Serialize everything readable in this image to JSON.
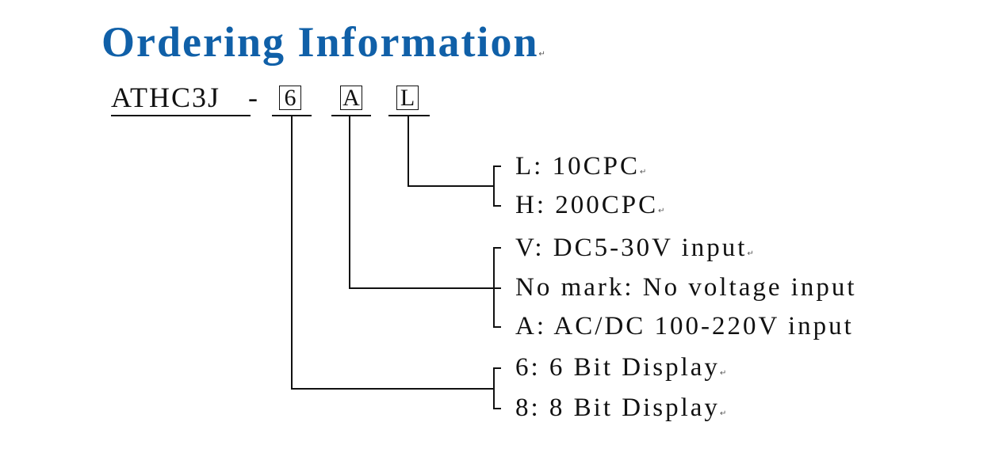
{
  "title": "Ordering Information",
  "model": "ATHC3J",
  "separator": "-",
  "codes": {
    "display": "6",
    "voltage": "A",
    "pulse": "L"
  },
  "options": {
    "pulse": [
      "L: 10CPC",
      "H: 200CPC"
    ],
    "voltage": [
      "V: DC5-30V input",
      "No mark: No voltage input",
      "A: AC/DC 100-220V input"
    ],
    "display": [
      "6: 6 Bit Display",
      "8: 8 Bit Display"
    ]
  },
  "return_mark": "↵"
}
